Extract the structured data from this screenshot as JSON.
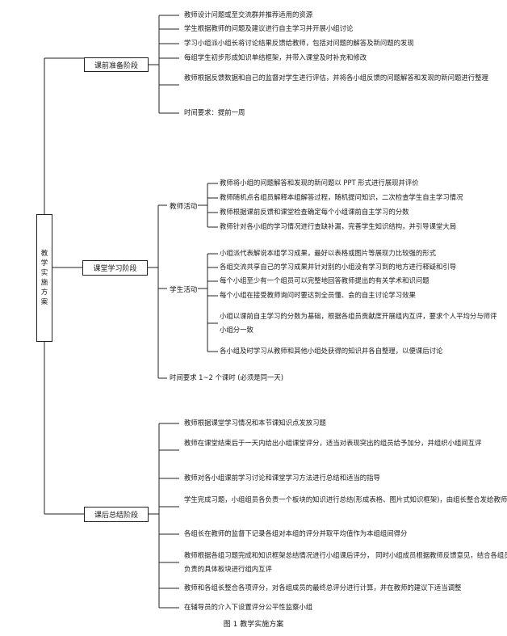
{
  "root": [
    "教",
    "学",
    "实",
    "施",
    "方",
    "案"
  ],
  "stages": [
    {
      "label": "课前准备阶段",
      "items": [
        "教师设计问题或至交流群并推荐适用的资源",
        "学生根据教师的问题及建议进行自主学习并开展小组讨论",
        "学习小组派小组长将讨论结果反馈给教师，包括对问题的解答及新问题的发现",
        "每组学生初步形成知识单结框架，并带入课堂及时补充和修改",
        "教师根据反馈数据和自己的监督对学生进行评估，并将各小组反馈的问题解答和发现的新问题进行整理",
        "时间要求：提前一周"
      ]
    },
    {
      "label": "课堂学习阶段",
      "groups": [
        {
          "label": "教师活动",
          "items": [
            "教师将小组的问题解答和发现的新问题以 PPT 形式进行展现并评价",
            "教师随机点名组员解释本组解答过程，随机提问知识，二次检查学生自主学习情况",
            "教师根据课前反馈和课堂检查确定每个小组课前自主学习的分数",
            "教师针对各小组的学习情况进行查缺补漏，完善学生知识结构，并引导课堂大局"
          ]
        },
        {
          "label": "学生活动",
          "items": [
            "小组派代表解说本组学习成果，最好以表格或图片等展现力比较强的形式",
            "各组交流共享自己的学习成果并针对别的小组没有学习到的地方进行释疑和引导",
            "每个小组至少有一个组员可以完整地回答教师提出的有关学术和识问题",
            "每个小组在接受教师询问时要达到全员懂、会的自主讨论学习效果",
            "小组以课前自主学习的分数为基础，根据各组员贡献度开展组内互评，要求个人平均分与师评小组分一致",
            "各小组及时学习从教师和其他小组处获得的知识并各自整理，以便课后讨论"
          ]
        }
      ],
      "time": "时间要求  1~2 个课时 (必须是同一天)"
    },
    {
      "label": "课后总结阶段",
      "items": [
        "教师根据课堂学习情况和本节课知识点发放习题",
        "教师在课堂结束后于一天内给出小组课堂评分，适当对表现突出的组员给予加分，并组织小组间互评",
        "教师对各小组课前学习讨论和课堂学习方法进行总结和适当的指导",
        "学生完成习题，小组组员各负责一个板块的知识进行总结(形成表格、图片式知识框架)，由组长整合发给教师",
        "各组长在教师的监督下记录各组对本组的评分并取平均值作为本组组间得分",
        "教师根据各组习题完成和知识框架总结情况进行小组课后评分，  同时小组成员根据教师反馈意见，结合各组员负责的具体板块进行组内互评",
        "教师和各组长整合各项评分，对各组成员的最终总评分进行计算，并在教师的建议下适当调整",
        "在辅导员的介入下设置评分公平性监察小组"
      ]
    }
  ],
  "caption": "图 1  教学实施方案"
}
